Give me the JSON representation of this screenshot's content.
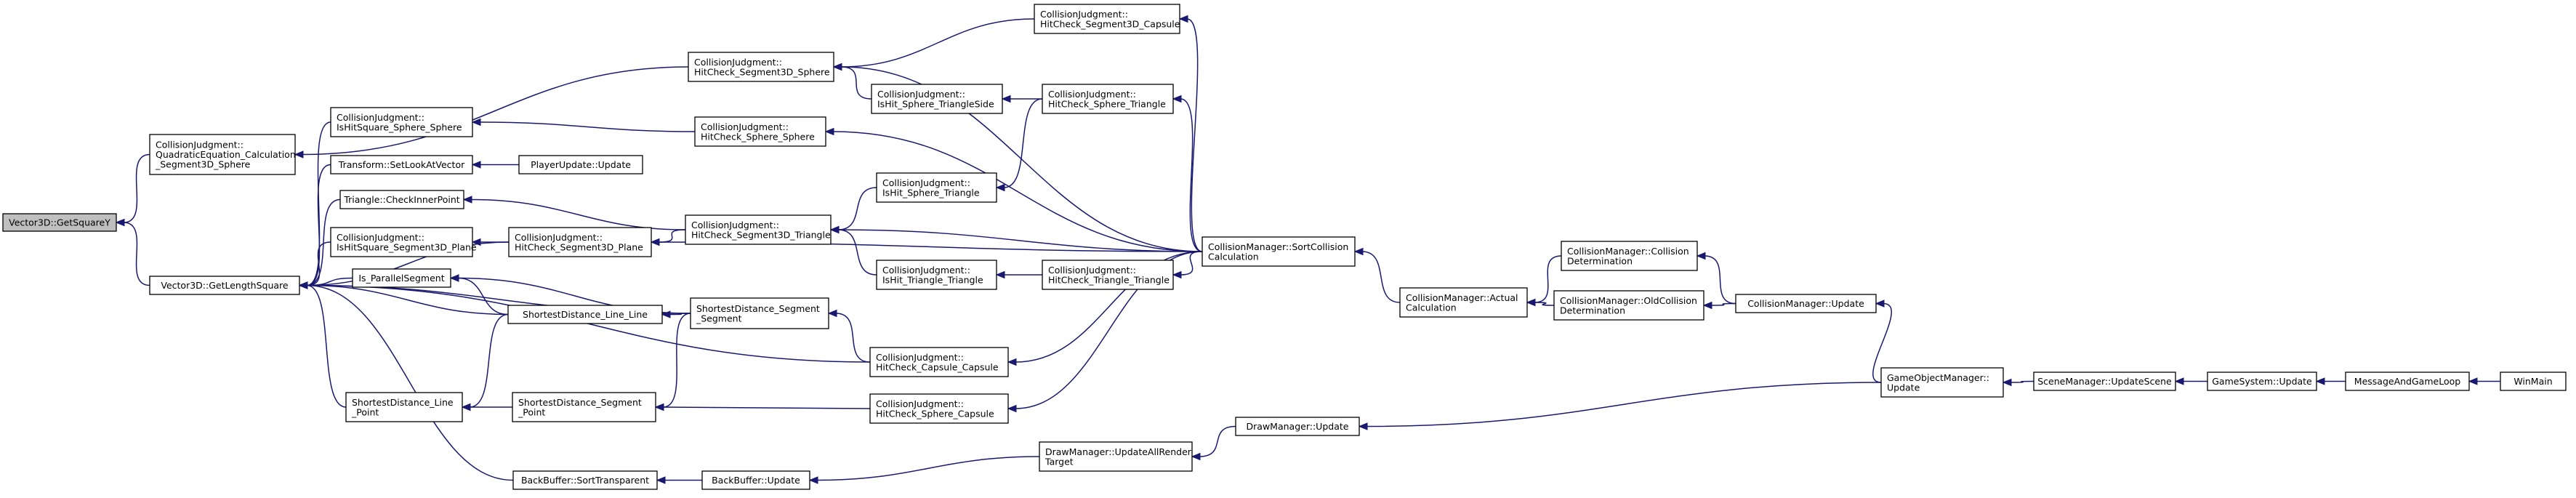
{
  "diagram": {
    "kind": "doxygen-caller-graph",
    "colors": {
      "edge": "#191970",
      "root_fill": "#bfbfbf",
      "node_fill": "#ffffff",
      "node_border": "#000000"
    },
    "nodes": [
      {
        "id": "n_vec_getsquarey",
        "root": true,
        "lines": [
          "Vector3D::GetSquareY"
        ]
      },
      {
        "id": "n_quadratic",
        "lines": [
          "CollisionJudgment::",
          "QuadraticEquation_Calculation",
          "_Segment3D_Sphere"
        ]
      },
      {
        "id": "n_getlengthsquare",
        "lines": [
          "Vector3D::GetLengthSquare"
        ]
      },
      {
        "id": "n_hc_seg_sphere",
        "lines": [
          "CollisionJudgment::",
          "HitCheck_Segment3D_Sphere"
        ]
      },
      {
        "id": "n_hc_seg_capsule",
        "lines": [
          "CollisionJudgment::",
          "HitCheck_Segment3D_Capsule"
        ]
      },
      {
        "id": "n_ishit_sphere_triside",
        "lines": [
          "CollisionJudgment::",
          "IsHit_Sphere_TriangleSide"
        ]
      },
      {
        "id": "n_hc_sphere_triangle",
        "lines": [
          "CollisionJudgment::",
          "HitCheck_Sphere_Triangle"
        ]
      },
      {
        "id": "n_ishitsq_sphere_sphere",
        "lines": [
          "CollisionJudgment::",
          "IsHitSquare_Sphere_Sphere"
        ]
      },
      {
        "id": "n_hc_sphere_sphere",
        "lines": [
          "CollisionJudgment::",
          "HitCheck_Sphere_Sphere"
        ]
      },
      {
        "id": "n_setlookat",
        "lines": [
          "Transform::SetLookAtVector"
        ]
      },
      {
        "id": "n_playerupdate",
        "lines": [
          "PlayerUpdate::Update"
        ]
      },
      {
        "id": "n_ishit_sphere_triangle",
        "lines": [
          "CollisionJudgment::",
          "IsHit_Sphere_Triangle"
        ]
      },
      {
        "id": "n_checkinnerpoint",
        "lines": [
          "Triangle::CheckInnerPoint"
        ]
      },
      {
        "id": "n_hc_seg_triangle",
        "lines": [
          "CollisionJudgment::",
          "HitCheck_Segment3D_Triangle"
        ]
      },
      {
        "id": "n_ishitsq_seg_plane",
        "lines": [
          "CollisionJudgment::",
          "IsHitSquare_Segment3D_Plane"
        ]
      },
      {
        "id": "n_hc_seg_plane",
        "lines": [
          "CollisionJudgment::",
          "HitCheck_Segment3D_Plane"
        ]
      },
      {
        "id": "n_sortcollision",
        "lines": [
          "CollisionManager::SortCollision",
          "Calculation"
        ]
      },
      {
        "id": "n_ishit_tri_tri",
        "lines": [
          "CollisionJudgment::",
          "IsHit_Triangle_Triangle"
        ]
      },
      {
        "id": "n_hc_tri_tri",
        "lines": [
          "CollisionJudgment::",
          "HitCheck_Triangle_Triangle"
        ]
      },
      {
        "id": "n_actualcalc",
        "lines": [
          "CollisionManager::Actual",
          "Calculation"
        ]
      },
      {
        "id": "n_colldetermination",
        "lines": [
          "CollisionManager::Collision",
          "Determination"
        ]
      },
      {
        "id": "n_oldcolldetermination",
        "lines": [
          "CollisionManager::OldCollision",
          "Determination"
        ]
      },
      {
        "id": "n_collmgr_update",
        "lines": [
          "CollisionManager::Update"
        ]
      },
      {
        "id": "n_gom_update",
        "lines": [
          "GameObjectManager::",
          "Update"
        ]
      },
      {
        "id": "n_scenemgr_updatescene",
        "lines": [
          "SceneManager::UpdateScene"
        ]
      },
      {
        "id": "n_gamesystem_update",
        "lines": [
          "GameSystem::Update"
        ]
      },
      {
        "id": "n_messageandgameloop",
        "lines": [
          "MessageAndGameLoop"
        ]
      },
      {
        "id": "n_winmain",
        "lines": [
          "WinMain"
        ]
      },
      {
        "id": "n_isparallel",
        "lines": [
          "Is_ParallelSegment"
        ]
      },
      {
        "id": "n_sd_line_line",
        "lines": [
          "ShortestDistance_Line_Line"
        ]
      },
      {
        "id": "n_sd_seg_seg",
        "lines": [
          "ShortestDistance_Segment",
          "_Segment"
        ]
      },
      {
        "id": "n_hc_capsule_capsule",
        "lines": [
          "CollisionJudgment::",
          "HitCheck_Capsule_Capsule"
        ]
      },
      {
        "id": "n_sd_line_point",
        "lines": [
          "ShortestDistance_Line",
          "_Point"
        ]
      },
      {
        "id": "n_sd_seg_point",
        "lines": [
          "ShortestDistance_Segment",
          "_Point"
        ]
      },
      {
        "id": "n_hc_sphere_capsule",
        "lines": [
          "CollisionJudgment::",
          "HitCheck_Sphere_Capsule"
        ]
      },
      {
        "id": "n_drawmgr_updateall",
        "lines": [
          "DrawManager::UpdateAllRender",
          "Target"
        ]
      },
      {
        "id": "n_drawmgr_update",
        "lines": [
          "DrawManager::Update"
        ]
      },
      {
        "id": "n_backbuf_sorttransparent",
        "lines": [
          "BackBuffer::SortTransparent"
        ]
      },
      {
        "id": "n_backbuf_update",
        "lines": [
          "BackBuffer::Update"
        ]
      }
    ],
    "edges": [
      [
        "n_quadratic",
        "n_vec_getsquarey"
      ],
      [
        "n_getlengthsquare",
        "n_vec_getsquarey"
      ],
      [
        "n_hc_seg_sphere",
        "n_quadratic"
      ],
      [
        "n_hc_seg_capsule",
        "n_hc_seg_sphere"
      ],
      [
        "n_ishit_sphere_triside",
        "n_hc_seg_sphere"
      ],
      [
        "n_sortcollision",
        "n_hc_seg_sphere"
      ],
      [
        "n_hc_sphere_triangle",
        "n_ishit_sphere_triside"
      ],
      [
        "n_sortcollision",
        "n_hc_seg_capsule"
      ],
      [
        "n_sortcollision",
        "n_hc_sphere_triangle"
      ],
      [
        "n_ishitsq_sphere_sphere",
        "n_getlengthsquare"
      ],
      [
        "n_setlookat",
        "n_getlengthsquare"
      ],
      [
        "n_checkinnerpoint",
        "n_getlengthsquare"
      ],
      [
        "n_ishitsq_seg_plane",
        "n_getlengthsquare"
      ],
      [
        "n_hc_seg_plane",
        "n_getlengthsquare"
      ],
      [
        "n_isparallel",
        "n_getlengthsquare"
      ],
      [
        "n_sd_line_line",
        "n_getlengthsquare"
      ],
      [
        "n_sd_seg_seg",
        "n_getlengthsquare"
      ],
      [
        "n_sd_line_point",
        "n_getlengthsquare"
      ],
      [
        "n_hc_capsule_capsule",
        "n_getlengthsquare"
      ],
      [
        "n_backbuf_sorttransparent",
        "n_getlengthsquare"
      ],
      [
        "n_hc_sphere_sphere",
        "n_ishitsq_sphere_sphere"
      ],
      [
        "n_sortcollision",
        "n_hc_sphere_sphere"
      ],
      [
        "n_playerupdate",
        "n_setlookat"
      ],
      [
        "n_hc_seg_triangle",
        "n_checkinnerpoint"
      ],
      [
        "n_hc_seg_plane",
        "n_ishitsq_seg_plane"
      ],
      [
        "n_hc_seg_triangle",
        "n_hc_seg_plane"
      ],
      [
        "n_sortcollision",
        "n_hc_seg_plane"
      ],
      [
        "n_ishit_sphere_triangle",
        "n_hc_seg_triangle"
      ],
      [
        "n_ishit_tri_tri",
        "n_hc_seg_triangle"
      ],
      [
        "n_sortcollision",
        "n_hc_seg_triangle"
      ],
      [
        "n_hc_sphere_triangle",
        "n_ishit_sphere_triangle"
      ],
      [
        "n_hc_tri_tri",
        "n_ishit_tri_tri"
      ],
      [
        "n_sortcollision",
        "n_hc_tri_tri"
      ],
      [
        "n_actualcalc",
        "n_sortcollision"
      ],
      [
        "n_colldetermination",
        "n_actualcalc"
      ],
      [
        "n_oldcolldetermination",
        "n_actualcalc"
      ],
      [
        "n_collmgr_update",
        "n_colldetermination"
      ],
      [
        "n_collmgr_update",
        "n_oldcolldetermination"
      ],
      [
        "n_gom_update",
        "n_collmgr_update"
      ],
      [
        "n_scenemgr_updatescene",
        "n_gom_update"
      ],
      [
        "n_gamesystem_update",
        "n_scenemgr_updatescene"
      ],
      [
        "n_messageandgameloop",
        "n_gamesystem_update"
      ],
      [
        "n_winmain",
        "n_messageandgameloop"
      ],
      [
        "n_sd_line_line",
        "n_isparallel"
      ],
      [
        "n_sd_seg_seg",
        "n_isparallel"
      ],
      [
        "n_sd_seg_seg",
        "n_sd_line_line"
      ],
      [
        "n_hc_capsule_capsule",
        "n_sd_seg_seg"
      ],
      [
        "n_sortcollision",
        "n_hc_capsule_capsule"
      ],
      [
        "n_sd_line_line",
        "n_sd_line_point"
      ],
      [
        "n_sd_seg_point",
        "n_sd_line_point"
      ],
      [
        "n_sd_seg_seg",
        "n_sd_seg_point"
      ],
      [
        "n_hc_sphere_capsule",
        "n_sd_seg_point"
      ],
      [
        "n_sortcollision",
        "n_hc_sphere_capsule"
      ],
      [
        "n_drawmgr_update",
        "n_drawmgr_updateall"
      ],
      [
        "n_gom_update",
        "n_drawmgr_update"
      ],
      [
        "n_backbuf_update",
        "n_backbuf_sorttransparent"
      ],
      [
        "n_drawmgr_updateall",
        "n_backbuf_update"
      ]
    ]
  }
}
